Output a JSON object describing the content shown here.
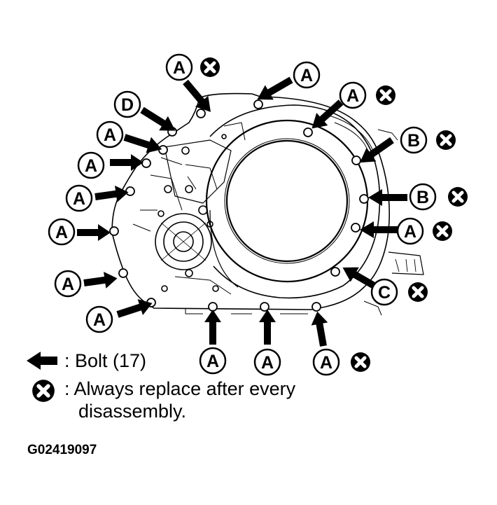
{
  "diagram": {
    "figure_code": "G02419097",
    "legend": {
      "bolt_text": ": Bolt (17)",
      "replace_line1": ": Always replace after every",
      "replace_line2": "disassembly."
    },
    "callouts": [
      {
        "id": "top-a-1",
        "letter": "A",
        "replace": true
      },
      {
        "id": "top-a-2",
        "letter": "A",
        "replace": false
      },
      {
        "id": "right-a-1",
        "letter": "A",
        "replace": true
      },
      {
        "id": "right-b-1",
        "letter": "B",
        "replace": true
      },
      {
        "id": "right-b-2",
        "letter": "B",
        "replace": true
      },
      {
        "id": "right-a-2",
        "letter": "A",
        "replace": true
      },
      {
        "id": "right-c-1",
        "letter": "C",
        "replace": true
      },
      {
        "id": "left-d-1",
        "letter": "D",
        "replace": false
      },
      {
        "id": "left-a-1",
        "letter": "A",
        "replace": false
      },
      {
        "id": "left-a-2",
        "letter": "A",
        "replace": false
      },
      {
        "id": "left-a-3",
        "letter": "A",
        "replace": false
      },
      {
        "id": "left-a-4",
        "letter": "A",
        "replace": false
      },
      {
        "id": "left-a-5",
        "letter": "A",
        "replace": false
      },
      {
        "id": "left-a-6",
        "letter": "A",
        "replace": false
      },
      {
        "id": "bottom-a-1",
        "letter": "A",
        "replace": false
      },
      {
        "id": "bottom-a-2",
        "letter": "A",
        "replace": false
      },
      {
        "id": "bottom-a-3",
        "letter": "A",
        "replace": true
      }
    ]
  }
}
